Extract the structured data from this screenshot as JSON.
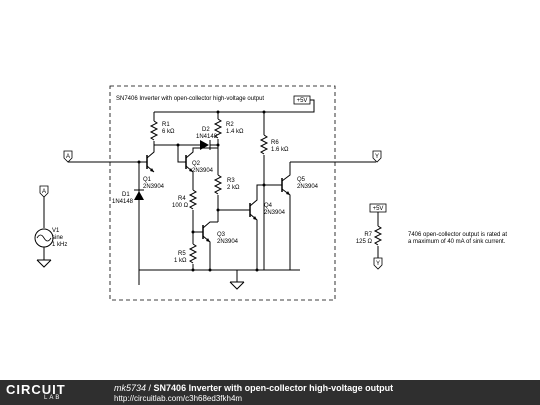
{
  "circuit": {
    "title": "SN7406 Inverter with open-collector high-voltage output",
    "note_line1": "7406 open-collector output is rated at",
    "note_line2": "a maximum of 40 mA of sink current.",
    "nodes": {
      "a": "A",
      "y": "Y",
      "vcc": "+5V"
    },
    "components": {
      "r1": {
        "name": "R1",
        "value": "6 kΩ"
      },
      "r2": {
        "name": "R2",
        "value": "1.4 kΩ"
      },
      "r3": {
        "name": "R3",
        "value": "2 kΩ"
      },
      "r4": {
        "name": "R4",
        "value": "100 Ω"
      },
      "r5": {
        "name": "R5",
        "value": "1 kΩ"
      },
      "r6": {
        "name": "R6",
        "value": "1.6 kΩ"
      },
      "r7": {
        "name": "R7",
        "value": "125 Ω"
      },
      "d1": {
        "name": "D1",
        "value": "1N4148"
      },
      "d2": {
        "name": "D2",
        "value": "1N4148"
      },
      "q1": {
        "name": "Q1",
        "value": "2N3904"
      },
      "q2": {
        "name": "Q2",
        "value": "2N3904"
      },
      "q3": {
        "name": "Q3",
        "value": "2N3904"
      },
      "q4": {
        "name": "Q4",
        "value": "2N3904"
      },
      "q5": {
        "name": "Q5",
        "value": "2N3904"
      },
      "v1": {
        "name": "V1",
        "type": "sine",
        "freq": "1 kHz"
      }
    }
  },
  "footer": {
    "logo_main": "CIRCUIT",
    "logo_sub": "LAB",
    "user": "mk5734",
    "separator": " / ",
    "title": "SN7406 Inverter with open-collector high-voltage output",
    "url": "http://circuitlab.com/c3h68ed3fkh4m"
  }
}
